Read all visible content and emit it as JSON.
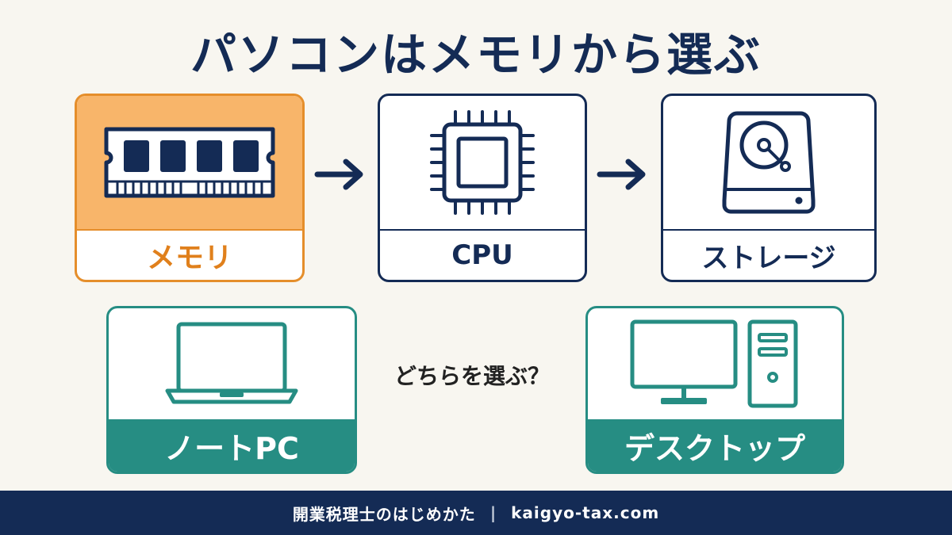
{
  "title": "パソコンはメモリから選ぶ",
  "flow": [
    {
      "label": "メモリ",
      "icon": "memory-module-icon"
    },
    {
      "label": "CPU",
      "icon": "cpu-chip-icon"
    },
    {
      "label": "ストレージ",
      "icon": "hard-drive-icon"
    }
  ],
  "question": "どちらを選ぶ？",
  "devices": [
    {
      "label": "ノートPC",
      "icon": "laptop-icon"
    },
    {
      "label": "デスクトップ",
      "icon": "desktop-computer-icon"
    }
  ],
  "footer": {
    "site_name": "開業税理士のはじめかた",
    "separator": "|",
    "domain": "kaigyo-tax.com"
  },
  "colors": {
    "navy": "#142b55",
    "orange": "#e58e2b",
    "orange_fill": "#f8b56a",
    "teal": "#268d83",
    "background": "#f8f6f0"
  }
}
